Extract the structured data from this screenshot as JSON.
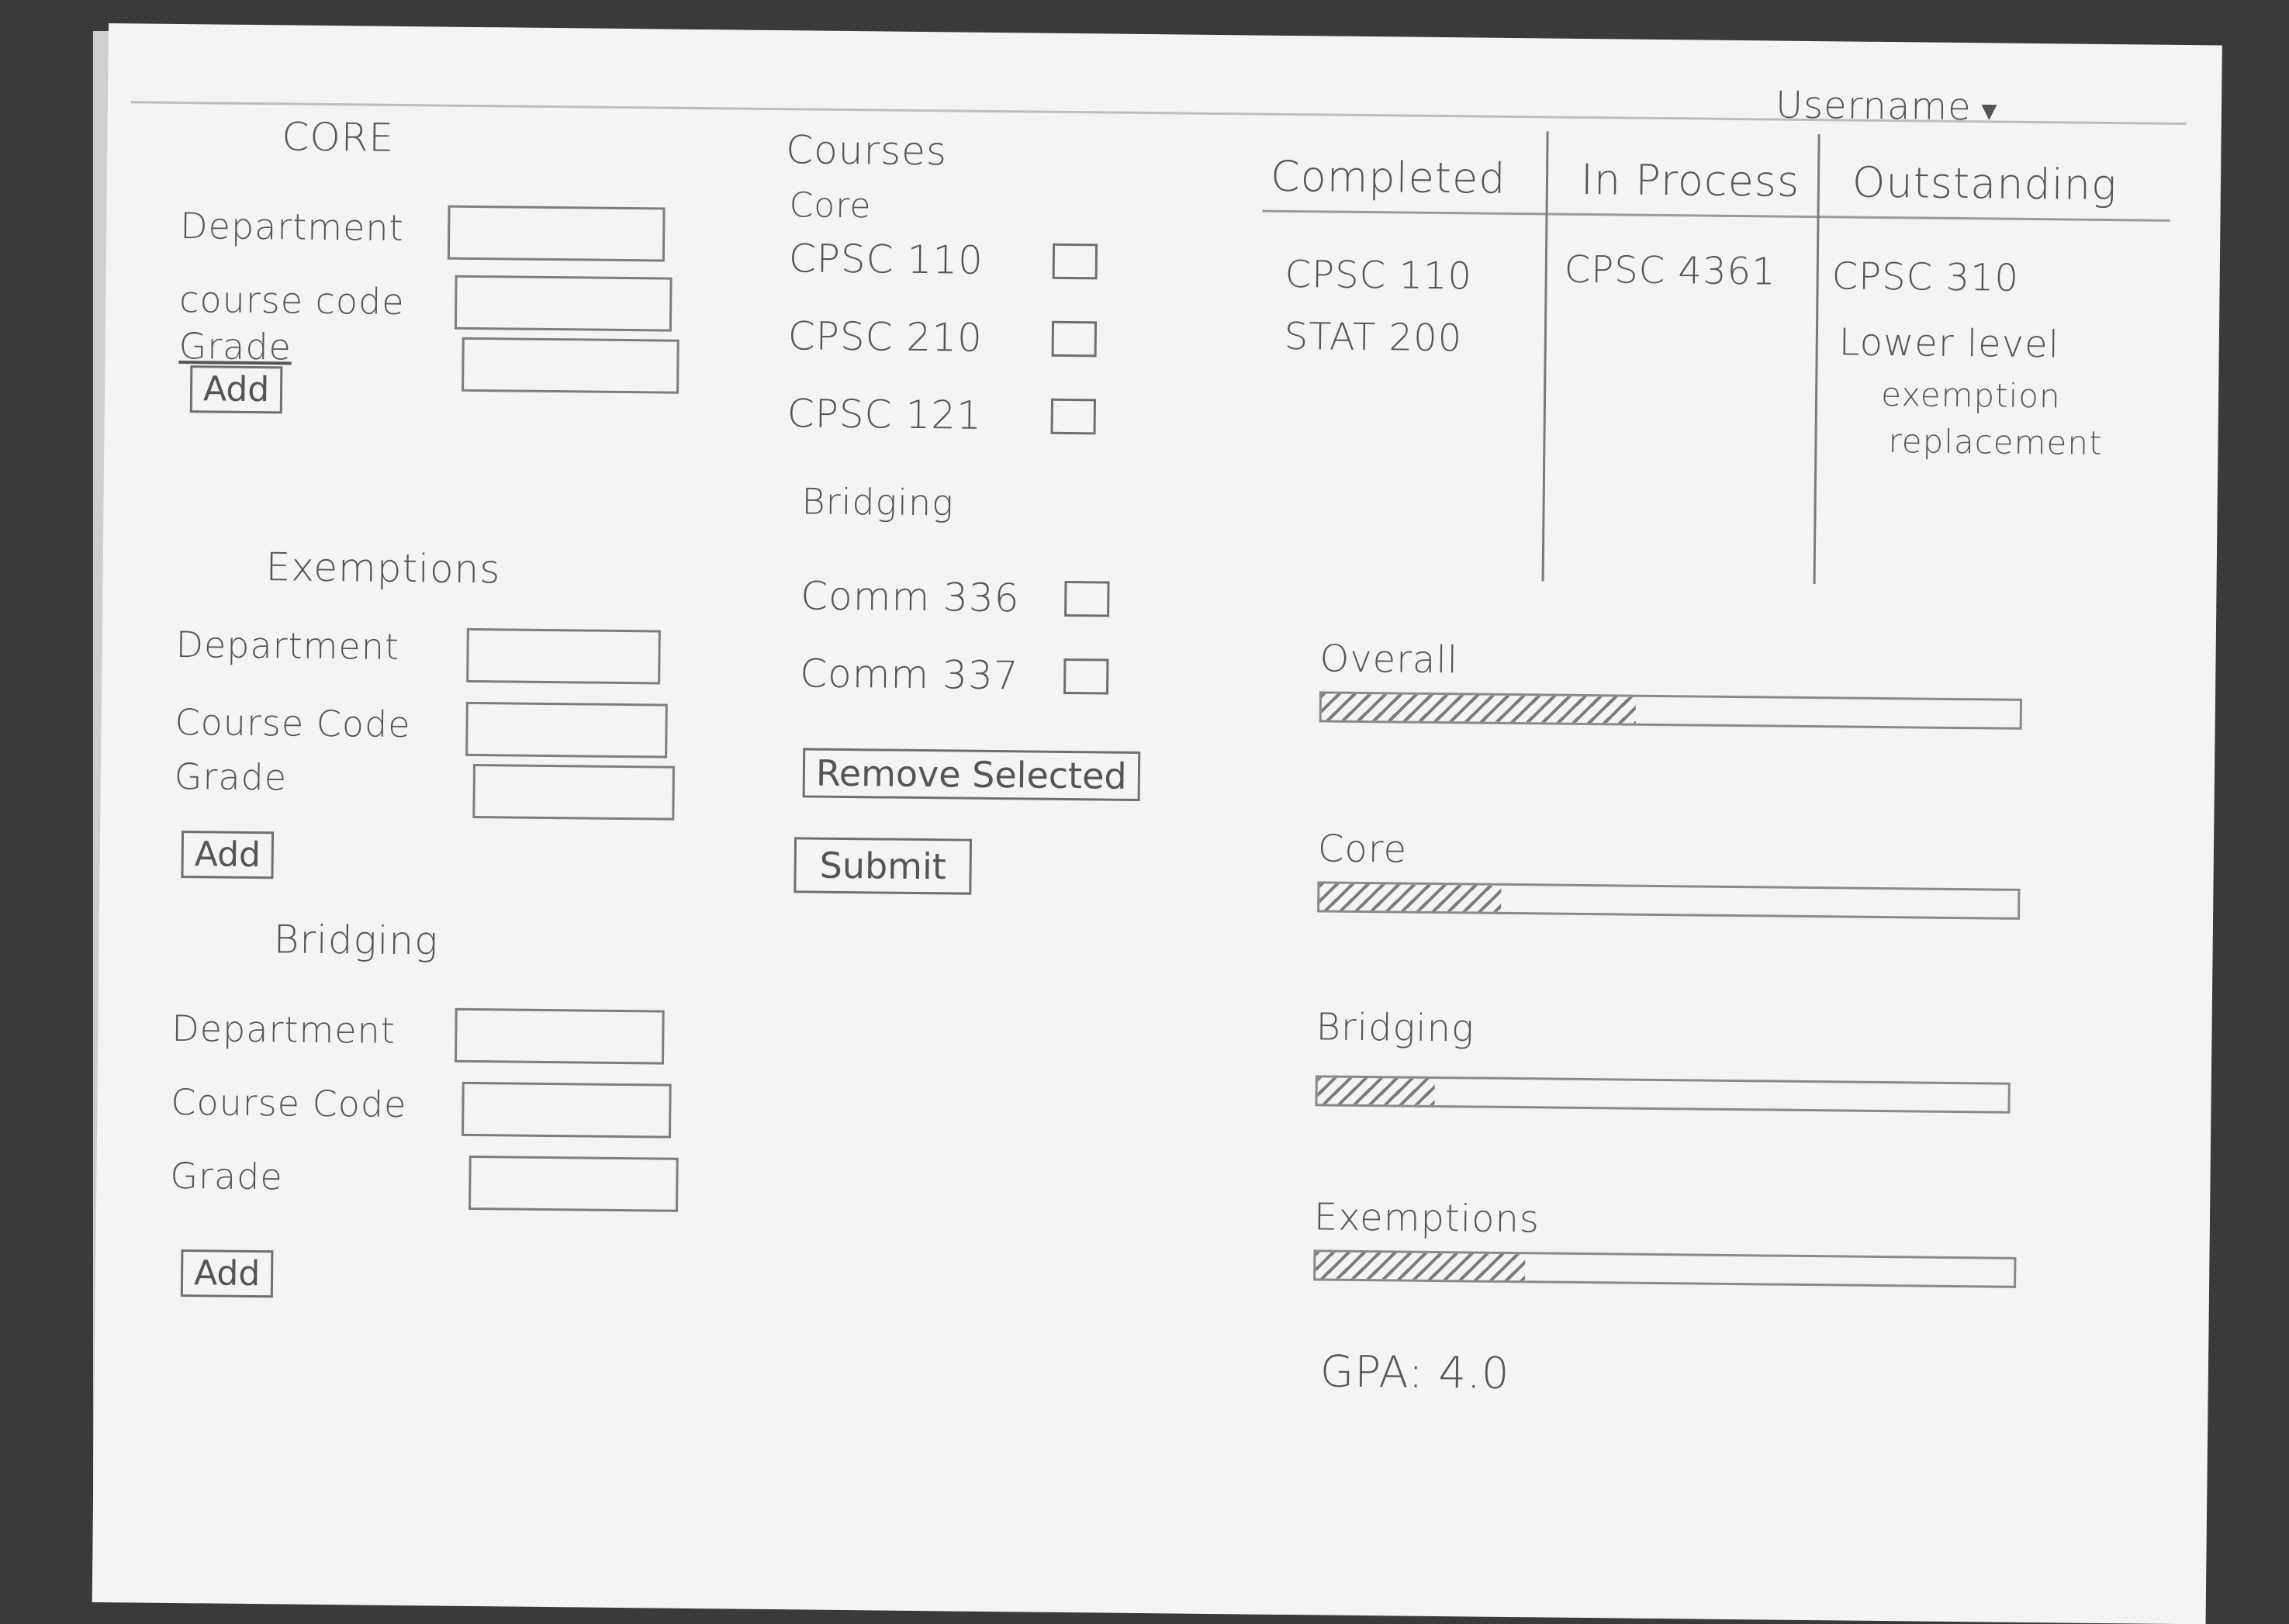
{
  "header": {
    "username": "Username"
  },
  "forms": {
    "core": {
      "title": "CORE",
      "department_label": "Department",
      "course_code_label": "course code",
      "grade_label": "Grade",
      "add_label": "Add"
    },
    "exemptions": {
      "title": "Exemptions",
      "department_label": "Department",
      "course_code_label": "Course Code",
      "grade_label": "Grade",
      "add_label": "Add"
    },
    "bridging": {
      "title": "Bridging",
      "department_label": "Department",
      "course_code_label": "Course Code",
      "grade_label": "Grade",
      "add_label": "Add"
    }
  },
  "courses": {
    "title": "Courses",
    "core_heading": "Core",
    "core": [
      "CPSC 110",
      "CPSC 210",
      "CPSC 121"
    ],
    "bridging_heading": "Bridging",
    "bridging": [
      "Comm 336",
      "Comm 337"
    ],
    "remove_label": "Remove Selected",
    "submit_label": "Submit"
  },
  "status": {
    "completed_header": "Completed",
    "in_process_header": "In Process",
    "outstanding_header": "Outstanding",
    "completed": [
      "CPSC 110",
      "STAT 200"
    ],
    "in_process": [
      "CPSC 4361"
    ],
    "outstanding": [
      "CPSC 310",
      "Lower level",
      "exemption",
      "replacement"
    ]
  },
  "progress": {
    "overall": {
      "label": "Overall",
      "fraction": 0.45
    },
    "core": {
      "label": "Core",
      "fraction": 0.26
    },
    "bridging": {
      "label": "Bridging",
      "fraction": 0.17
    },
    "exemptions": {
      "label": "Exemptions",
      "fraction": 0.3
    }
  },
  "gpa": "GPA: 4.0"
}
